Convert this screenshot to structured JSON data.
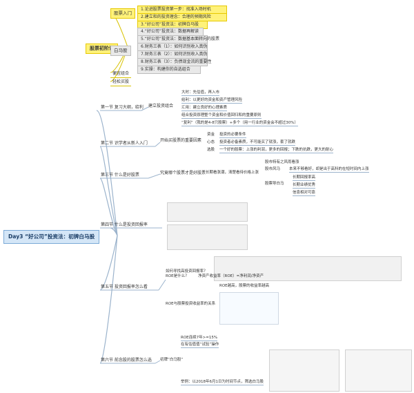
{
  "root": {
    "label": "Day3 “好公司”投资法：初牌白马股"
  },
  "top_branch": {
    "label": "股票初阶课",
    "groups": [
      {
        "label": "股票入门",
        "items": [
          "1.论进股票投资第一步：找准入场时机",
          "2.建立和的投资理念：合理的预期风险",
          "3.“好公司”投资法：初牌白马股"
        ]
      },
      {
        "label": "白马股",
        "items": [
          "4.“好公司”投资法：数据再解读",
          "5.“好公司”投资法：数据基本面转向的股票",
          "6.财务三表（1）：如何识别收入真伪",
          "7.财务三表（2）：如何识别收入真伪",
          "8.财务三表（3）：负债现金流的重要性",
          "9.实操：构建你的自选组合"
        ]
      },
      {
        "label": "便宜组合",
        "items": []
      },
      {
        "label": "轻松买股",
        "items": []
      }
    ]
  },
  "sections": [
    {
      "label": "第一节 复习大纲，给利",
      "sub": "建立投资组合",
      "items": [
        "大时：先估值，再入市",
        "给利：以更好的资金和资产管理风险",
        "汇用：建立良好的心理素质",
        "组合投资原理整个资金和价值回归和的重要原则",
        "“复利”（我的是4-8只股票）+多个（用一行业的资金会不超过30%）"
      ]
    },
    {
      "label": "第二节 识学者从新人入门",
      "sub": "开始买股票的重要因素",
      "rows": [
        {
          "k": "资金",
          "v": "投资的必要条件"
        },
        {
          "k": "心态",
          "v": "投资者必备素质，不可能买了就涨，套了就跌"
        },
        {
          "k": "选股",
          "v": "一个好的股票：上涨的利润，更多的回报；下跌的抗跌，更大的耐心"
        }
      ]
    },
    {
      "label": "第三节 什么是好股票",
      "sub": "究竟哪个股票才是好股票",
      "sub2": "长期看涨潮，清楚看待价格上涨",
      "right_top": "股市特有之风雨看涨",
      "g1": "股市风马",
      "g1_item": "本来不够看好，却是出于高科的在短时间内上涨",
      "g2": "股票导白马",
      "g2_items": [
        "长期回报率高",
        "长期业绩优秀",
        "信息相对可靠"
      ]
    },
    {
      "label": "第四节 什么是投资回报率"
    },
    {
      "label": "第五节 投资回报率怎么看",
      "sub_a": "如何寻找高投资回报率？",
      "sub_b": "ROE是什么？",
      "sub_b_val": "净资产收益率（ROE）=净利润/净资产",
      "sub_c": "ROE与股票投资收益率的关系",
      "sub_c_val": "ROE越高，股票的收益率越高"
    },
    {
      "label": "第六节 前念股的股票怎么选",
      "sub": "初牌“白马股”",
      "items": [
        "ROE连续7年>=15%",
        "在有估值值“试验”操作",
        "举例：以2018年6月1日为时间节点，筛选白马股"
      ]
    }
  ]
}
